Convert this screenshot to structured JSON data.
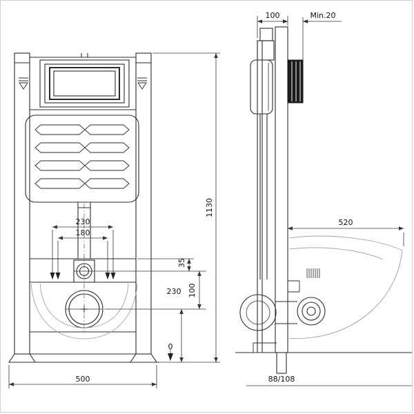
{
  "drawing": {
    "title": "concealed-wc-frame-installation-drawing",
    "dimensions": {
      "frame_depth": "100",
      "wall_thickness_min": "Min.20",
      "overall_height": "1130",
      "fixing_spread_outer": "230",
      "fixing_spread_inner": "180",
      "flush_bend_offset": "35",
      "bend_to_outlet": "100",
      "outlet_center_height": "230",
      "floor_level": "0",
      "overall_width": "500",
      "pan_projection": "520",
      "outlet_pipe_diameter": "88/108"
    }
  }
}
